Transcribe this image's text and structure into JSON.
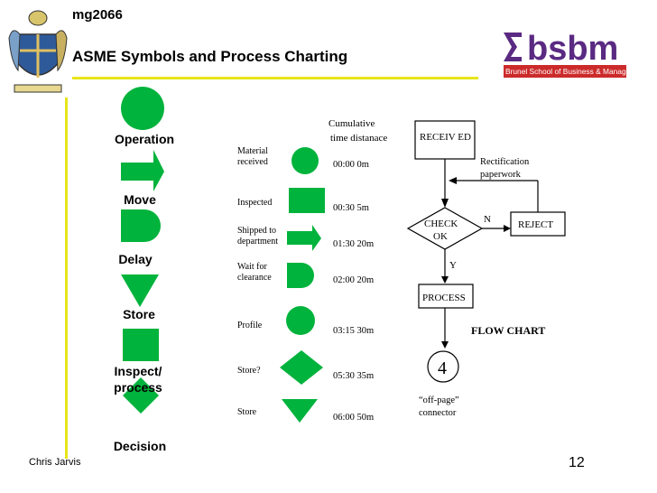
{
  "header": {
    "course_code": "mg2066",
    "title": "ASME Symbols and Process Charting"
  },
  "logo": {
    "brand": "bsbm",
    "subtitle": "Brunel School of Business & Management"
  },
  "legend": {
    "items": [
      {
        "label": "Operation",
        "shape": "circle"
      },
      {
        "label": "Move",
        "shape": "arrow"
      },
      {
        "label": "Delay",
        "shape": "d-shape"
      },
      {
        "label": "Store",
        "shape": "triangle"
      },
      {
        "label": "Inspect/\nprocess",
        "shape": "square"
      },
      {
        "label": "Decision",
        "shape": "diamond"
      }
    ]
  },
  "process_chart": {
    "header": "Cumulative\ntime distanace",
    "rows": [
      {
        "step": "Material\nreceived",
        "shape": "circle",
        "time": "00:00",
        "distance": "0m"
      },
      {
        "step": "Inspected",
        "shape": "square",
        "time": "00:30",
        "distance": "5m"
      },
      {
        "step": "Shipped to\ndepartment",
        "shape": "arrow",
        "time": "01:30",
        "distance": "20m"
      },
      {
        "step": "Wait for\nclearance",
        "shape": "d-shape",
        "time": "02:00",
        "distance": "20m"
      },
      {
        "step": "Profile",
        "shape": "circle",
        "time": "03:15",
        "distance": "30m"
      },
      {
        "step": "Store?",
        "shape": "diamond",
        "time": "05:30",
        "distance": "35m"
      },
      {
        "step": "Store",
        "shape": "triangle",
        "time": "06:00",
        "distance": "50m"
      }
    ]
  },
  "flow_chart": {
    "received": "RECEIV ED",
    "rectification": "Rectification\npaperwork",
    "check": "CHECK\nOK",
    "no_label": "N",
    "reject": "REJECT",
    "yes_label": "Y",
    "process": "PROCESS",
    "title": "FLOW CHART",
    "connector_number": "4",
    "connector_caption": "“off-page”\nconnector"
  },
  "footer": {
    "author": "Chris Jarvis",
    "page_number": "12"
  },
  "colors": {
    "symbol_green": "#00b33c",
    "rule_yellow": "#e6e61a",
    "logo_purple": "#5a2a82",
    "logo_red": "#cc2a2a"
  }
}
